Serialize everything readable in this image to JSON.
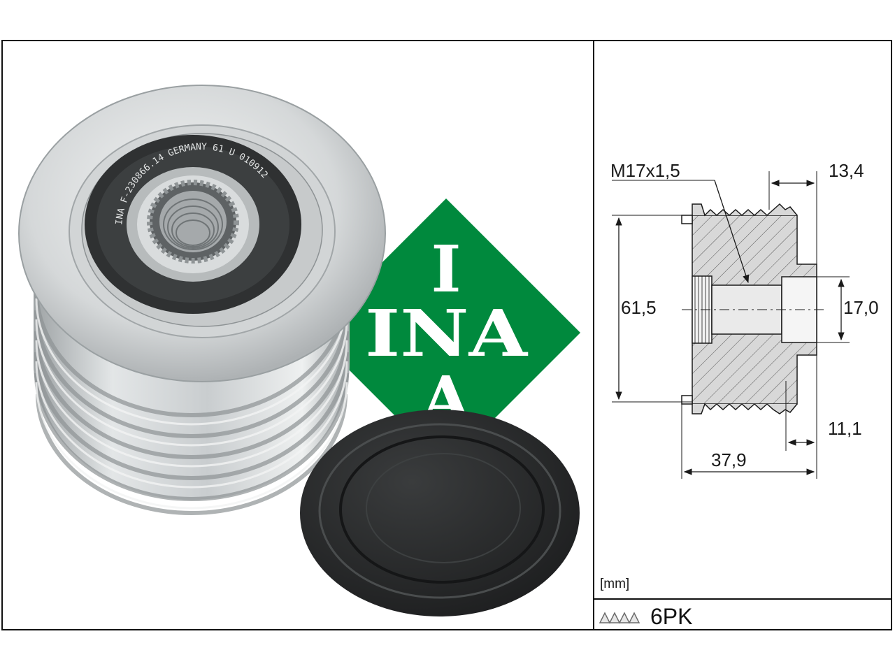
{
  "logo": {
    "text": "INA",
    "color": "#00893d"
  },
  "pulley_marking": "INA F-230866.14 GERMANY 61 U 010912",
  "dimensions": {
    "thread": "M17x1,5",
    "right_offset": "13,4",
    "outer_diameter": "61,5",
    "bore_diameter": "17,0",
    "hub_offset": "11,1",
    "total_width": "37,9"
  },
  "unit_label": "[mm]",
  "belt": {
    "icon": "v-ribbed-belt-icon",
    "label": "6PK"
  },
  "colors": {
    "border": "#111111",
    "logo_green": "#00893d",
    "cap": "#2a2c2d",
    "metal": "#c4c8ca"
  }
}
